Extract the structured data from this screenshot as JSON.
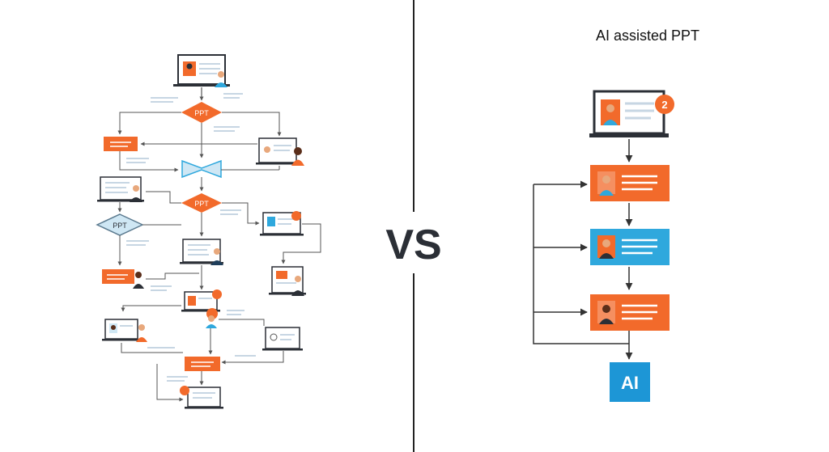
{
  "right_title": "AI assisted PPT",
  "vs_label": "VS",
  "left_diagram": {
    "diamond_labels": [
      "PPT",
      "PPT",
      "PPT"
    ]
  },
  "right_diagram": {
    "notification_badge": "2",
    "ai_box_label": "AI"
  },
  "colors": {
    "orange": "#f26a2b",
    "blue": "#2fa8dd",
    "ai_blue": "#1d96d6",
    "dark": "#2b2f36",
    "line": "#4a4f57",
    "hatch": "#c7d6e3"
  }
}
